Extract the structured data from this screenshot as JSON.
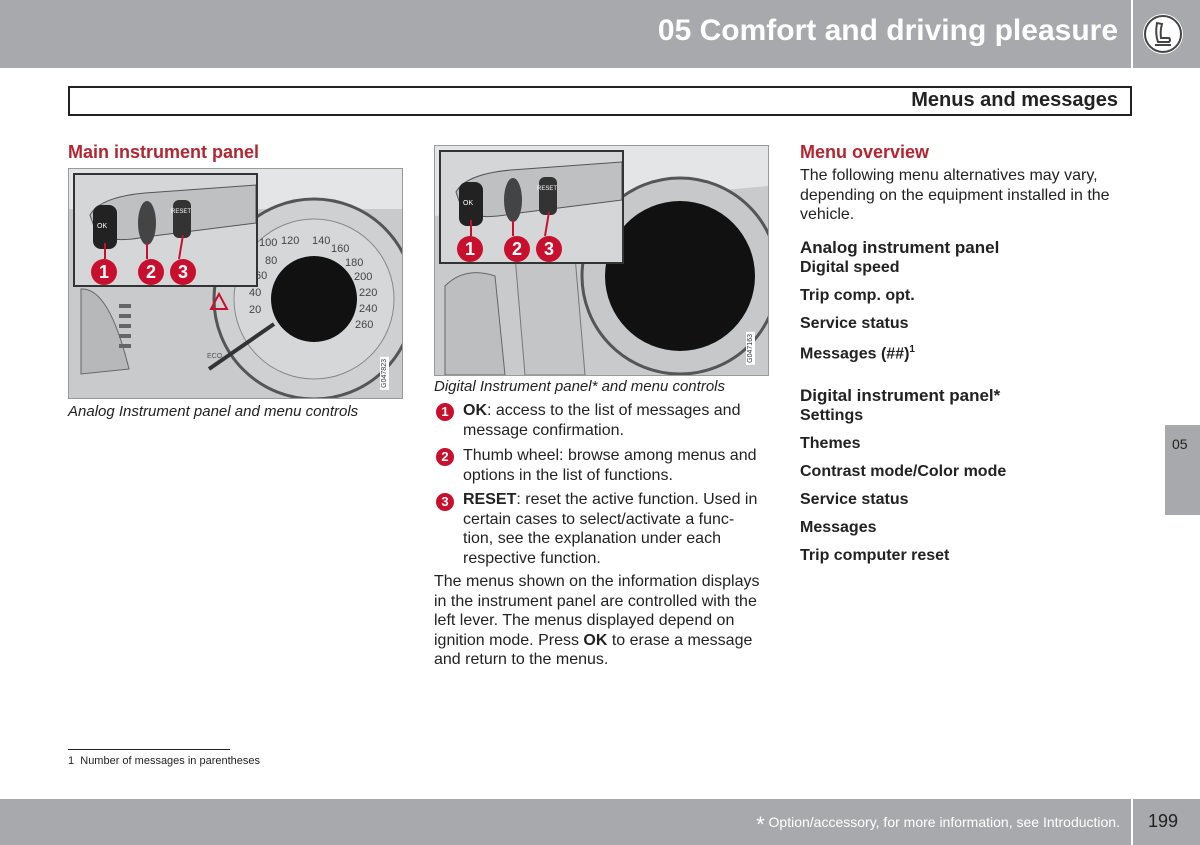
{
  "header": {
    "title": "05 Comfort and driving pleasure",
    "icon": "seat-icon"
  },
  "section": {
    "title": "Menus and messages"
  },
  "left": {
    "heading": "Main instrument panel",
    "figure": {
      "id_label": "G047823",
      "badges": [
        "1",
        "2",
        "3"
      ],
      "speed_ticks": [
        "60",
        "80",
        "100",
        "120",
        "140",
        "160",
        "180",
        "200",
        "220",
        "240",
        "260",
        "20",
        "40"
      ],
      "stalk_labels": {
        "ok": "OK",
        "reset": "RESET"
      },
      "eco": "ECO"
    },
    "caption": "Analog Instrument panel and menu controls"
  },
  "middle": {
    "figure": {
      "id_label": "G047163",
      "badges": [
        "1",
        "2",
        "3"
      ],
      "stalk_labels": {
        "ok": "OK",
        "reset": "RESET"
      }
    },
    "caption": "Digital Instrument panel* and menu controls",
    "items": [
      {
        "num": "1",
        "bold": "OK",
        "text": ": access to the list of messages and message confirmation."
      },
      {
        "num": "2",
        "bold": "",
        "text": "Thumb wheel: browse among menus and options in the list of functions."
      },
      {
        "num": "3",
        "bold": "RESET",
        "text": ": reset the active function. Used in certain cases to select/activate a func-tion, see the explanation under each respective function."
      }
    ],
    "para_1": "The menus shown on the information displays in the instrument panel are controlled with the left lever. The menus displayed depend on ignition mode. Press ",
    "para_bold": "OK",
    "para_2": " to erase a message and return to the menus."
  },
  "right": {
    "heading": "Menu overview",
    "intro": "The following menu alternatives may vary, depending on the equipment installed in the vehicle.",
    "analog": {
      "title": "Analog instrument panel",
      "items": [
        "Digital speed",
        "Trip comp. opt.",
        "Service status",
        "Messages (##)"
      ],
      "sup": "1"
    },
    "digital": {
      "title": "Digital instrument panel*",
      "items": [
        "Settings",
        "Themes",
        "Contrast mode/Color mode",
        "Service status",
        "Messages",
        "Trip computer reset"
      ]
    }
  },
  "sidetab": "05",
  "footnote": {
    "num": "1",
    "text": "Number of messages in parentheses"
  },
  "footer": {
    "star": "*",
    "text": "Option/accessory, for more information, see Introduction.",
    "page": "199"
  },
  "colors": {
    "accent_red": "#b5252f",
    "badge_red": "#c8102e",
    "band_gray": "#a7a9ac"
  }
}
